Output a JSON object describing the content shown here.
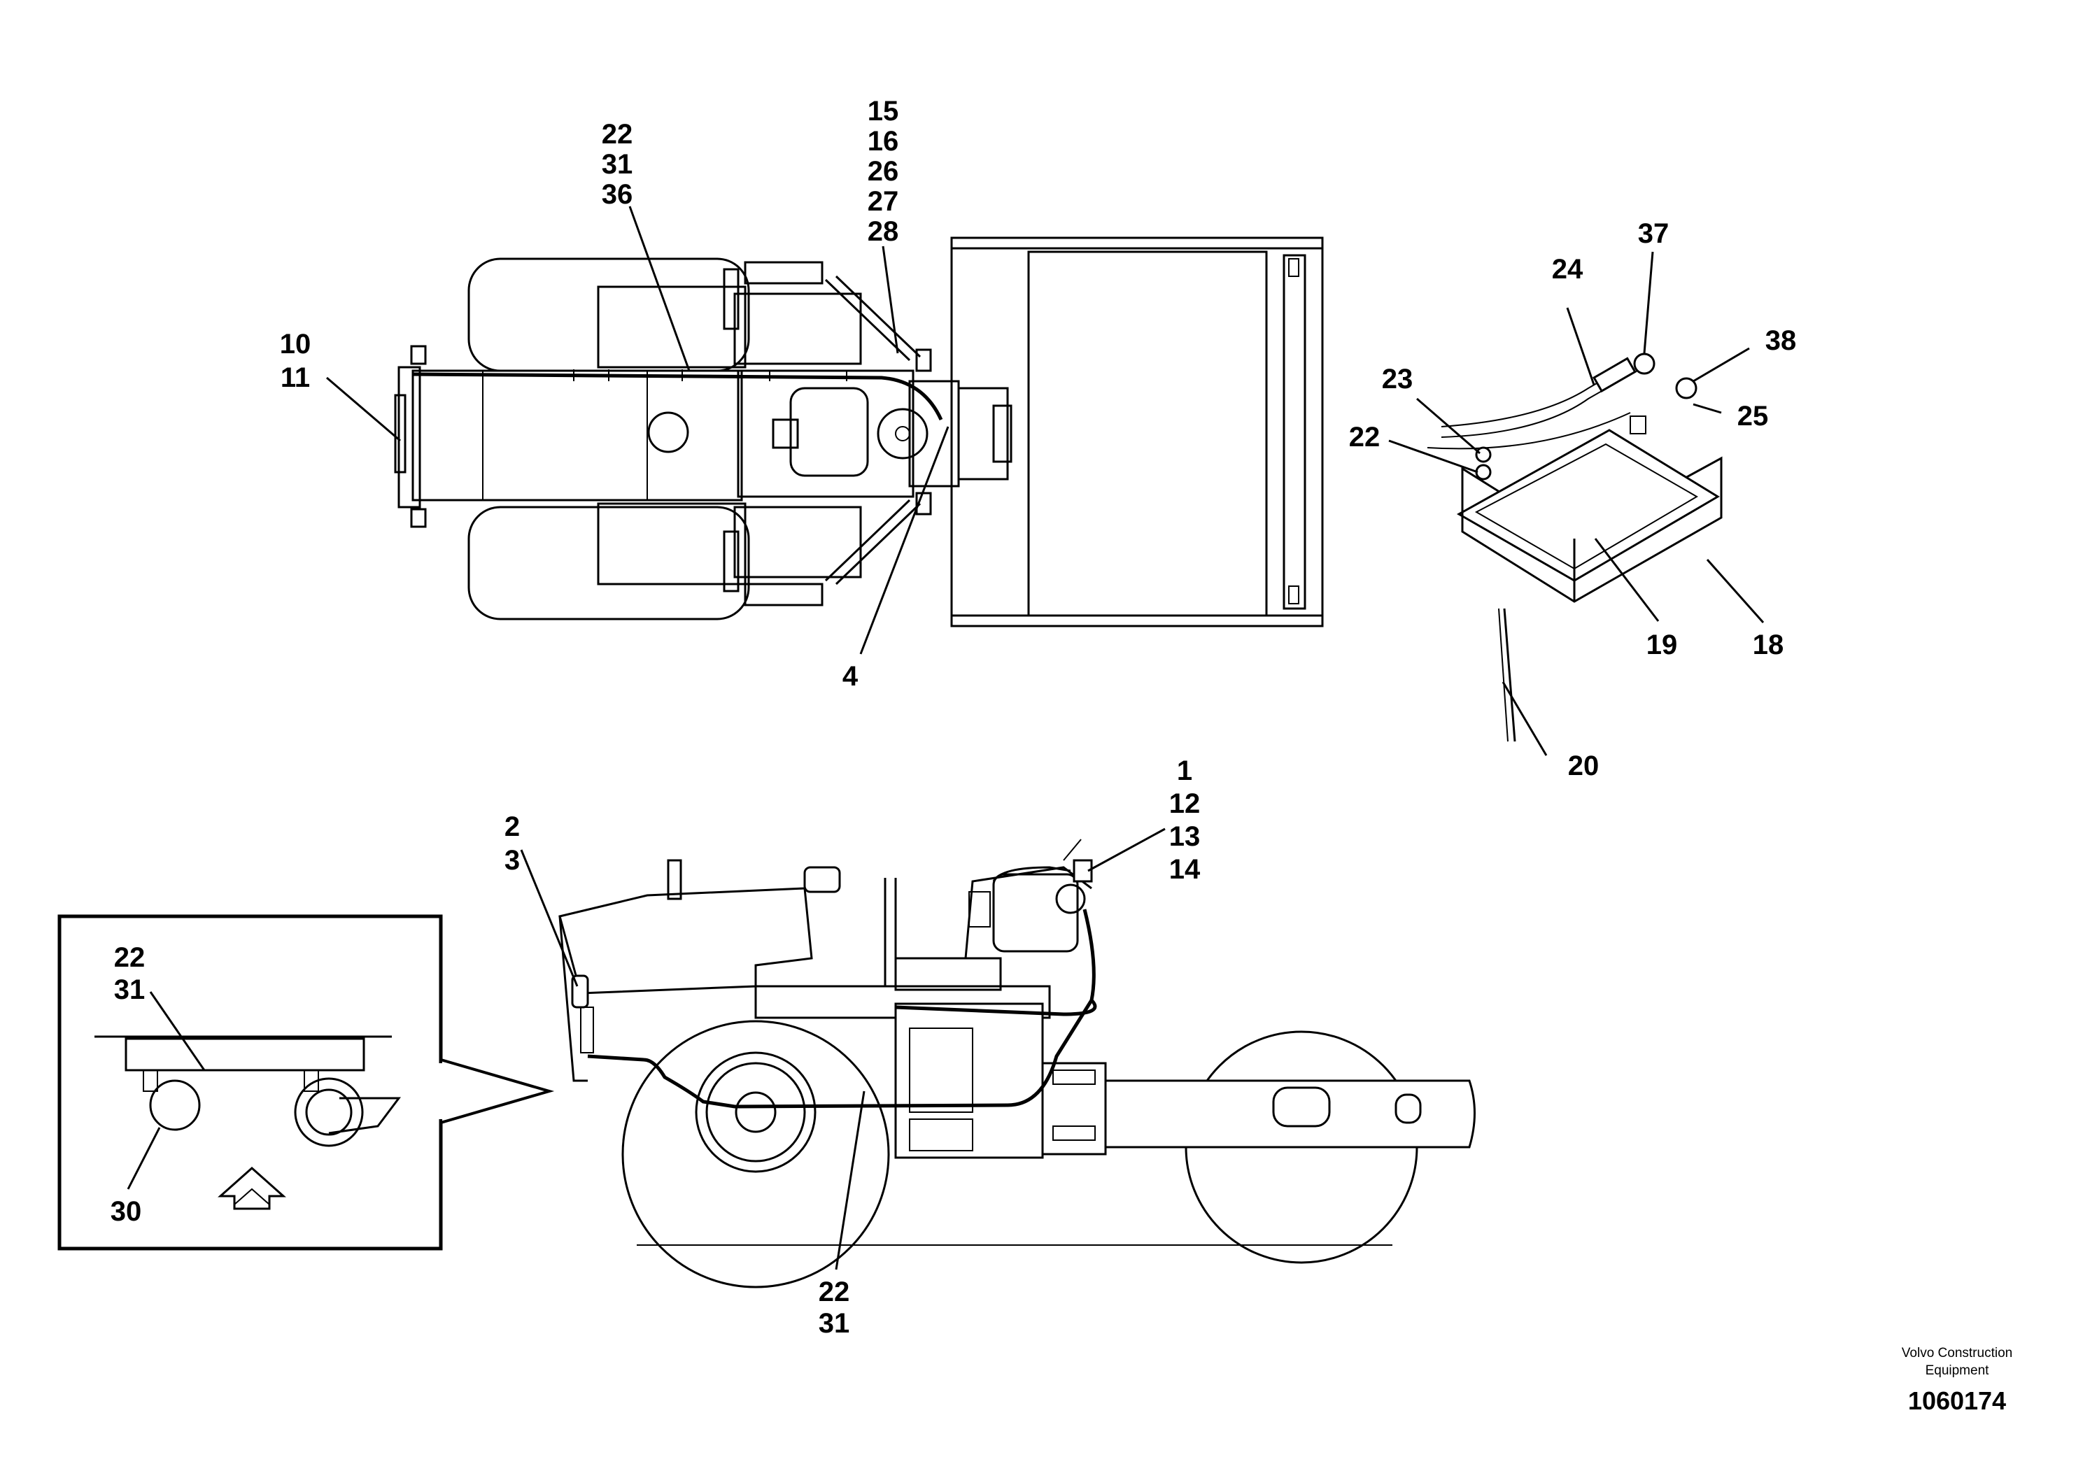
{
  "callouts": {
    "c_22_31_36": [
      "22",
      "31",
      "36"
    ],
    "c_15_16_26_27_28": [
      "15",
      "16",
      "26",
      "27",
      "28"
    ],
    "c_10_11": [
      "10",
      "11"
    ],
    "c_4": [
      "4"
    ],
    "c_37": [
      "37"
    ],
    "c_24": [
      "24"
    ],
    "c_38": [
      "38"
    ],
    "c_23": [
      "23"
    ],
    "c_25": [
      "25"
    ],
    "c_22_battery": [
      "22"
    ],
    "c_19": [
      "19"
    ],
    "c_18": [
      "18"
    ],
    "c_20": [
      "20"
    ],
    "c_2_3": [
      "2",
      "3"
    ],
    "c_1_12_13_14": [
      "1",
      "12",
      "13",
      "14"
    ],
    "c_22_31_inset": [
      "22",
      "31"
    ],
    "c_30": [
      "30"
    ],
    "c_22_31_side": [
      "22",
      "31"
    ]
  },
  "footer": {
    "company_line1": "Volvo Construction",
    "company_line2": "Equipment",
    "drawing_number": "1060174"
  }
}
